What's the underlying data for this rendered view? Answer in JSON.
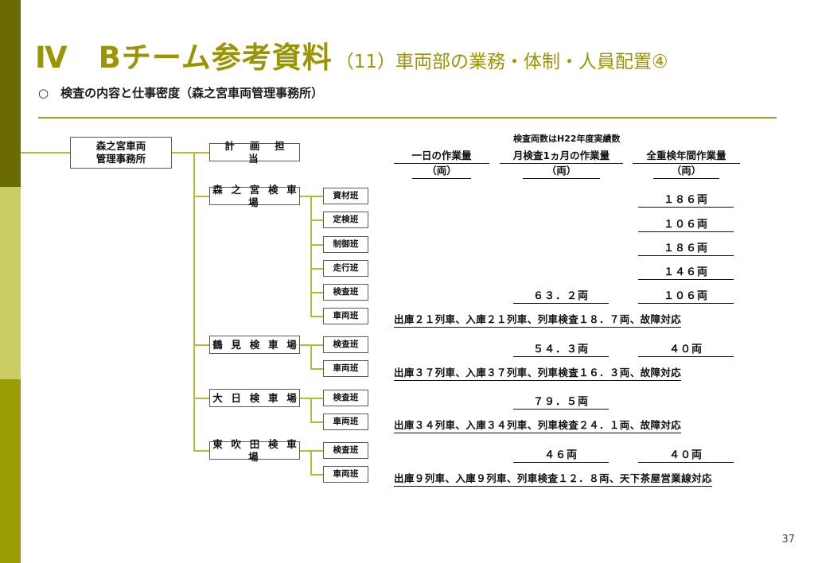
{
  "slide": {
    "title_main": "Ⅳ　Bチーム参考資料",
    "title_sub": "（11）車両部の業務・体制・人員配置④",
    "subtitle": "○　検査の内容と仕事密度（森之宮車両管理事務所）",
    "page_number": "37"
  },
  "colors": {
    "title": "#9b9403",
    "rule": "#a99b1d",
    "connector": "#b5bd36",
    "band_top": "#6b6b05",
    "band_mid": "#c9cd63",
    "band_bottom": "#9a9c06",
    "box_border": "#595959"
  },
  "headers": {
    "note": "検査両数はH22年度実績数",
    "col1_line1": "一日の作業量",
    "col1_line2": "（両）",
    "col2_line1": "月検査1ヵ月の作業量",
    "col2_line2": "（両）",
    "col3_line1": "全重検年間作業量",
    "col3_line2": "（両）"
  },
  "chart": {
    "root": "森之宮車両\n管理事務所",
    "root_line1": "森之宮車両",
    "root_line2": "管理事務所",
    "depots": [
      {
        "name": "計　画　担　当",
        "teams": []
      },
      {
        "name": "森 之 宮 検 車 場",
        "teams": [
          "資材班",
          "定検班",
          "制御班",
          "走行班",
          "検査班",
          "車両班"
        ]
      },
      {
        "name": "鶴 見 検 車 場",
        "teams": [
          "検査班",
          "車両班"
        ]
      },
      {
        "name": "大 日 検 車 場",
        "teams": [
          "検査班",
          "車両班"
        ]
      },
      {
        "name": "東 吹 田 検 車 場",
        "teams": [
          "検査班",
          "車両班"
        ]
      }
    ]
  },
  "values": {
    "morinomiya": {
      "shizai_annual": "１８６両",
      "teiken_annual": "１０６両",
      "seigyo_annual": "１８６両",
      "soko_annual": "１４６両",
      "kensa_monthly": "６３．２両",
      "kensa_annual": "１０６両",
      "note": "出庫２１列車、入庫２１列車、列車検査１８．７両、故障対応"
    },
    "tsurumi": {
      "kensa_monthly": "５４．３両",
      "kensa_annual": "４０両",
      "note": "出庫３７列車、入庫３７列車、列車検査１６．３両、故障対応"
    },
    "dainichi": {
      "kensa_monthly": "７９．５両",
      "kensa_annual": "",
      "note": "出庫３４列車、入庫３４列車、列車検査２４．１両、故障対応"
    },
    "higashisuita": {
      "kensa_monthly": "４６両",
      "kensa_annual": "４０両",
      "note": "出庫９列車、入庫９列車、列車検査１２．８両、天下茶屋営業線対応"
    }
  }
}
